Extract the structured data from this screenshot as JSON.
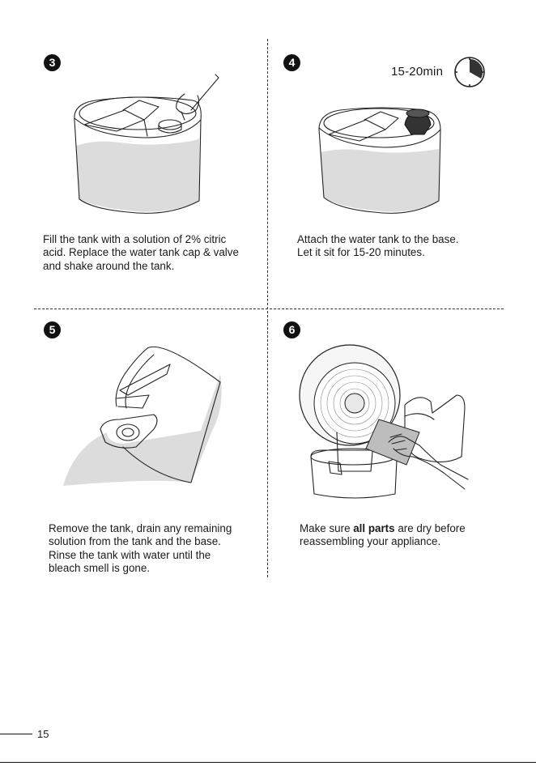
{
  "steps": [
    {
      "number": "3",
      "text": "Fill the tank with a solution of 2% citric\nacid. Replace the water tank cap & valve\nand shake around the tank."
    },
    {
      "number": "4",
      "timer": "15-20min",
      "text": "Attach the water tank to the base.\nLet it sit for 15-20 minutes."
    },
    {
      "number": "5",
      "text": "Remove the tank, drain any remaining\nsolution from the tank and the base.\nRinse the tank with water until the\nbleach smell is gone."
    },
    {
      "number": "6",
      "text_before": "Make sure ",
      "text_bold": "all parts",
      "text_after": " are dry before\nreassembling your appliance."
    }
  ],
  "icons": [
    "clock-icon"
  ],
  "page_number": "15"
}
